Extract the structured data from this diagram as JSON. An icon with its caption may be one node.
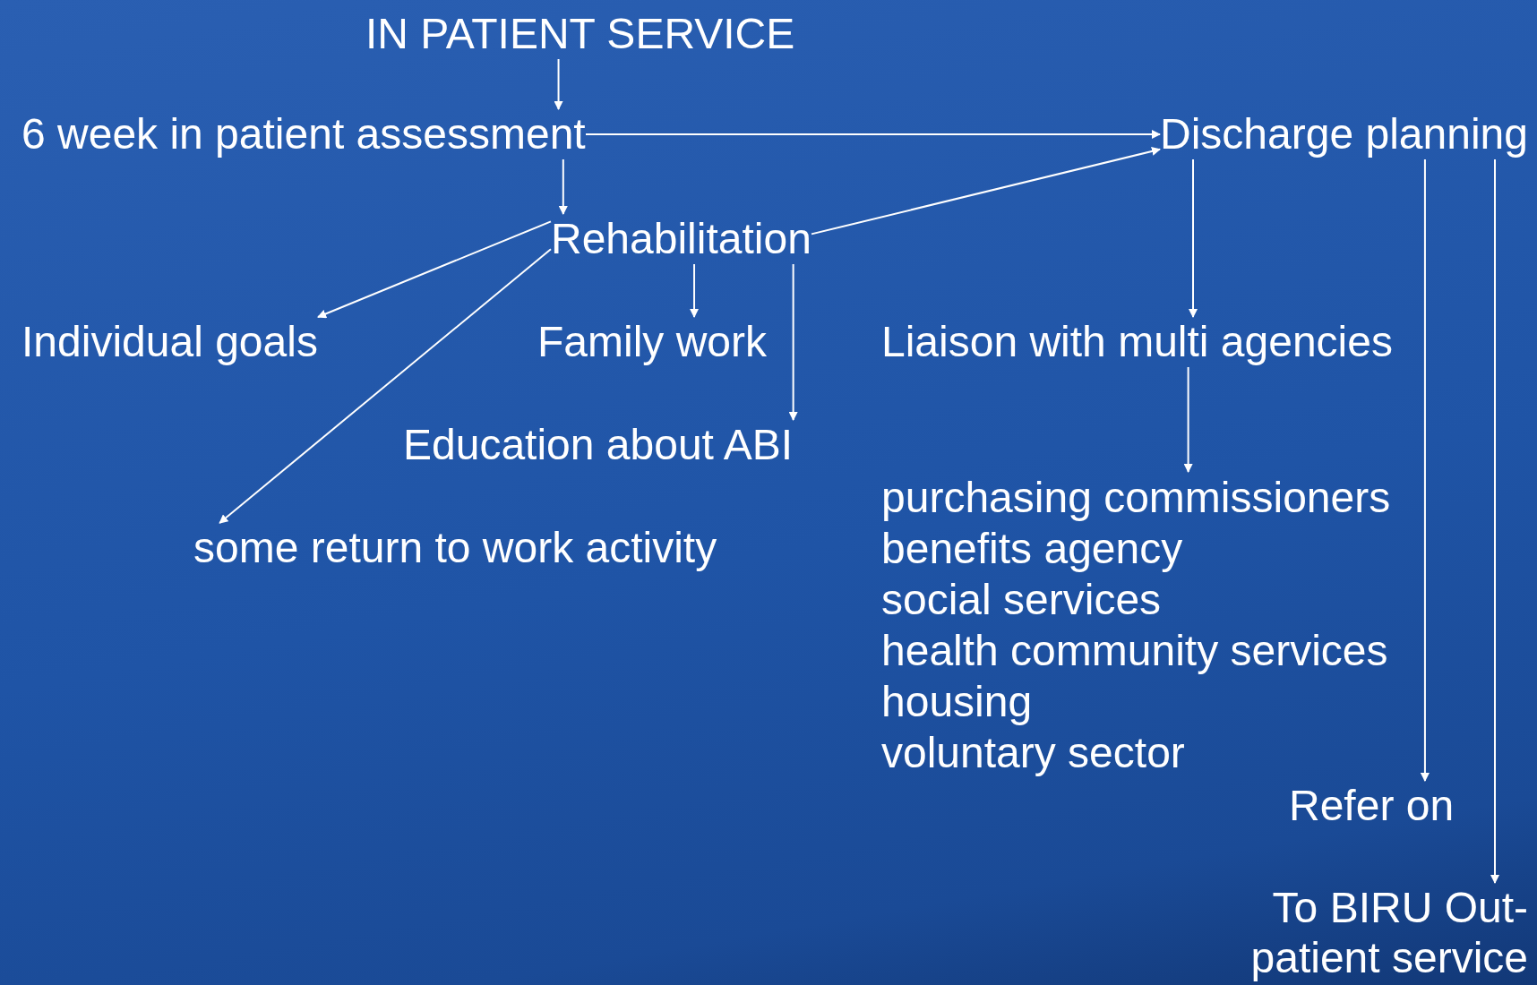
{
  "diagram": {
    "nodes": [
      {
        "text": [
          "IN PATIENT SERVICE"
        ]
      },
      {
        "text": [
          "6 week in patient assessment"
        ]
      },
      {
        "text": [
          "Discharge planning"
        ]
      },
      {
        "text": [
          "Rehabilitation"
        ]
      },
      {
        "text": [
          "Individual goals"
        ]
      },
      {
        "text": [
          "Family work"
        ]
      },
      {
        "text": [
          "Liaison with multi agencies"
        ]
      },
      {
        "text": [
          "Education about ABI"
        ]
      },
      {
        "text": [
          "some return to work activity"
        ]
      },
      {
        "text": [
          "purchasing commissioners",
          "benefits agency",
          "social services",
          "health community services",
          "housing",
          "voluntary sector"
        ]
      },
      {
        "text": [
          "Refer on"
        ]
      },
      {
        "text": [
          "To BIRU Out-patient service"
        ]
      }
    ],
    "edges": [
      {
        "from": 0,
        "to": 1,
        "arrow": "to"
      },
      {
        "from": 1,
        "to": 2,
        "arrow": "to"
      },
      {
        "from": 1,
        "to": 3,
        "arrow": "to"
      },
      {
        "from": 3,
        "to": 2,
        "arrow": "to"
      },
      {
        "from": 3,
        "to": 4,
        "arrow": "to"
      },
      {
        "from": 3,
        "to": 8,
        "arrow": "to"
      },
      {
        "from": 3,
        "to": 5,
        "arrow": "to"
      },
      {
        "from": 3,
        "to": 7,
        "arrow": "to"
      },
      {
        "from": 2,
        "to": 6,
        "arrow": "to"
      },
      {
        "from": 6,
        "to": 9,
        "arrow": "to"
      },
      {
        "from": 2,
        "to": 10,
        "arrow": "to"
      },
      {
        "from": 2,
        "to": 11,
        "arrow": "to"
      }
    ]
  }
}
